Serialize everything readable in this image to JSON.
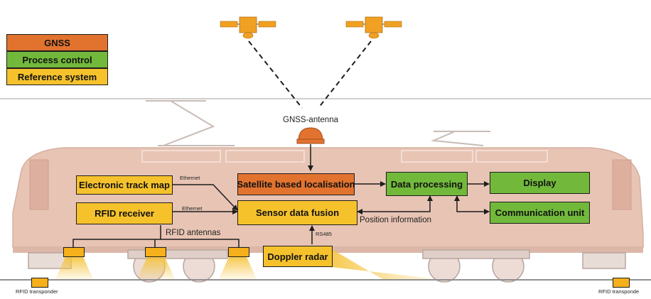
{
  "legend": {
    "gnss": "GNSS",
    "process_control": "Process control",
    "reference_system": "Reference system"
  },
  "colors": {
    "gnss": "#e2732f",
    "process_control": "#72b93b",
    "reference_system": "#f6c22c",
    "locomotive": "#e8c4b4"
  },
  "labels": {
    "gnss_antenna": "GNSS-antenna",
    "ethernet_1": "Ethernet",
    "ethernet_2": "Ethernet",
    "rfid_antennas": "RFID antennas",
    "rs485": "RS485",
    "position_information": "Position information",
    "rfid_transponder_left": "RFID transponder",
    "rfid_transponder_right": "RFID transponde"
  },
  "boxes": {
    "electronic_track_map": "Electronic track map",
    "rfid_receiver": "RFID receiver",
    "satellite_localisation": "Satellite based localisation",
    "sensor_data_fusion": "Sensor data fusion",
    "data_processing": "Data processing",
    "display": "Display",
    "communication_unit": "Communication unit",
    "doppler_radar": "Doppler radar"
  }
}
